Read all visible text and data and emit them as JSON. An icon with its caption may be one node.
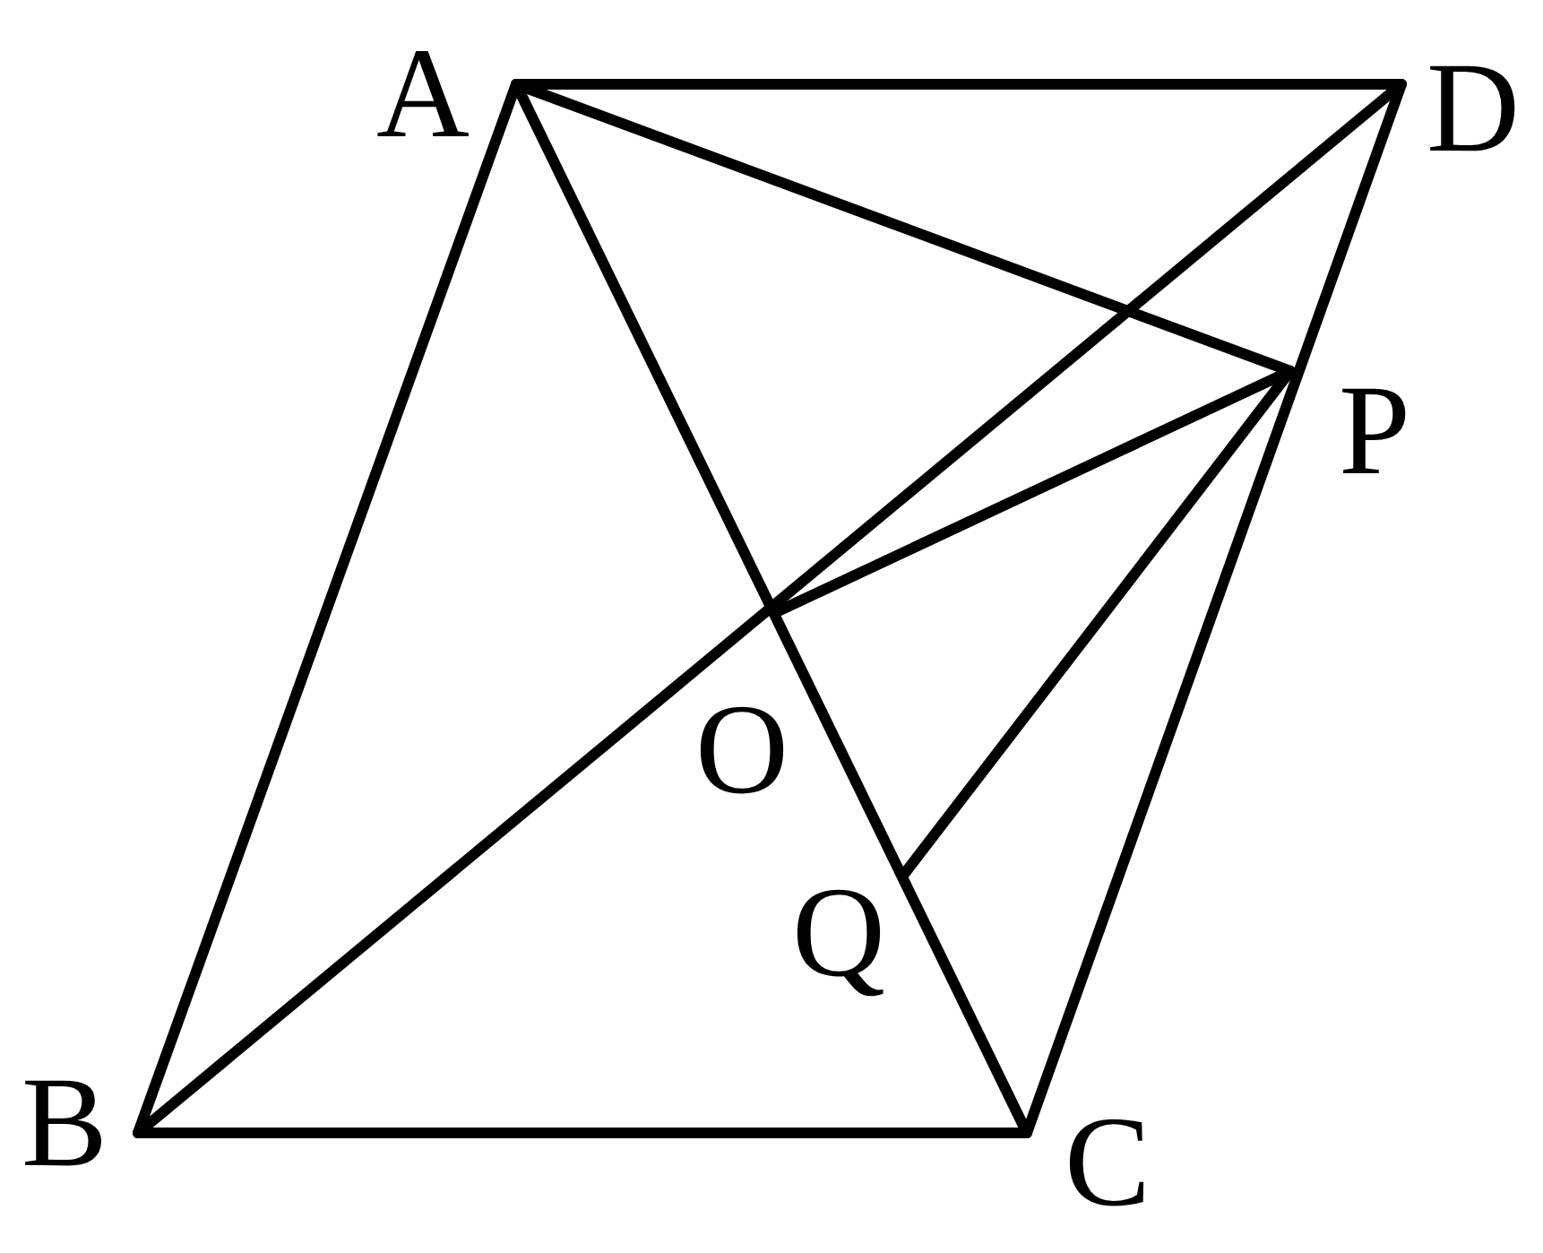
{
  "diagram": {
    "labels": [
      "A",
      "D",
      "P",
      "O",
      "Q",
      "B",
      "C"
    ]
  }
}
